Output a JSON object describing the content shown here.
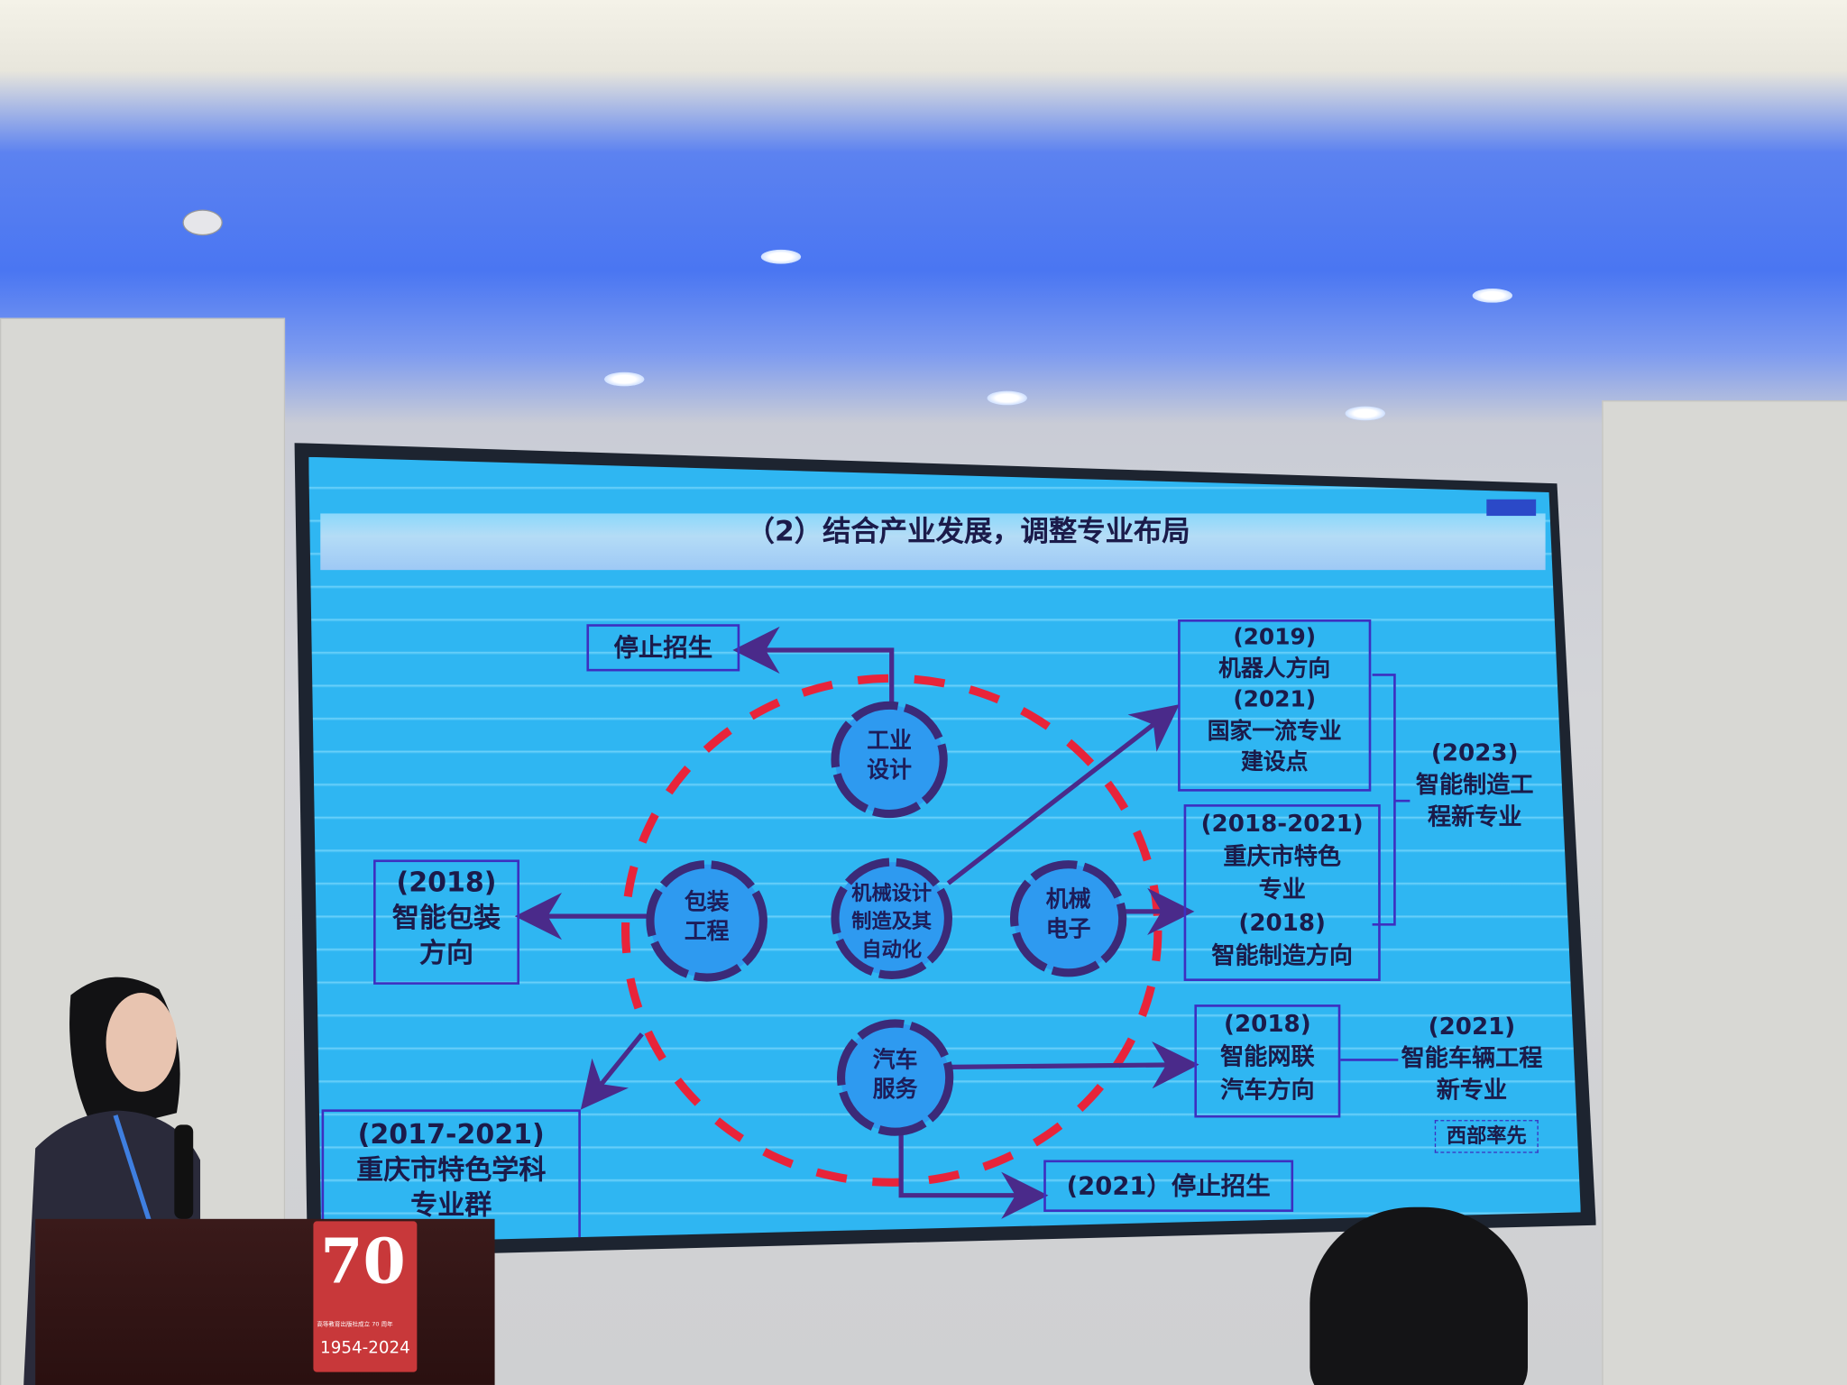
{
  "slide": {
    "title": "（2）结合产业发展，调整专业布局",
    "center_majors": {
      "industrial_design": [
        "工业",
        "设计"
      ],
      "packaging": [
        "包装",
        "工程"
      ],
      "mechanical": [
        "机械设计",
        "制造及其",
        "自动化"
      ],
      "mechatronics": [
        "机械",
        "电子"
      ],
      "auto_service": [
        "汽车",
        "服务"
      ]
    },
    "stop_enroll_top": "停止招生",
    "packaging_box": [
      "(2018)",
      "智能包装",
      "方向"
    ],
    "robot_box": [
      "(2019)",
      "机器人方向",
      "(2021)",
      "国家一流专业",
      "建设点"
    ],
    "chongqing_box": [
      "(2018-2021)",
      "重庆市特色",
      "专业",
      "(2018)",
      "智能制造方向"
    ],
    "new_major_2023": [
      "(2023)",
      "智能制造工",
      "程新专业"
    ],
    "connected_car_box": [
      "(2018)",
      "智能网联",
      "汽车方向"
    ],
    "vehicle_2021": [
      "(2021)",
      "智能车辆工程",
      "新专业"
    ],
    "west_first": "西部率先",
    "stop_enroll_2021": "(2021）停止招生",
    "discipline_box": [
      "(2017-2021)",
      "重庆市特色学科",
      "专业群"
    ]
  },
  "podium_badge": {
    "number": "70",
    "caption": "高等教育出版社成立 70 周年",
    "years": "1954-2024"
  },
  "colors": {
    "slide_bg": "#2fb6f2",
    "dashed_circle": "#e8243a",
    "arrow": "#4a2a8a",
    "box_border": "#3d2fc0"
  }
}
